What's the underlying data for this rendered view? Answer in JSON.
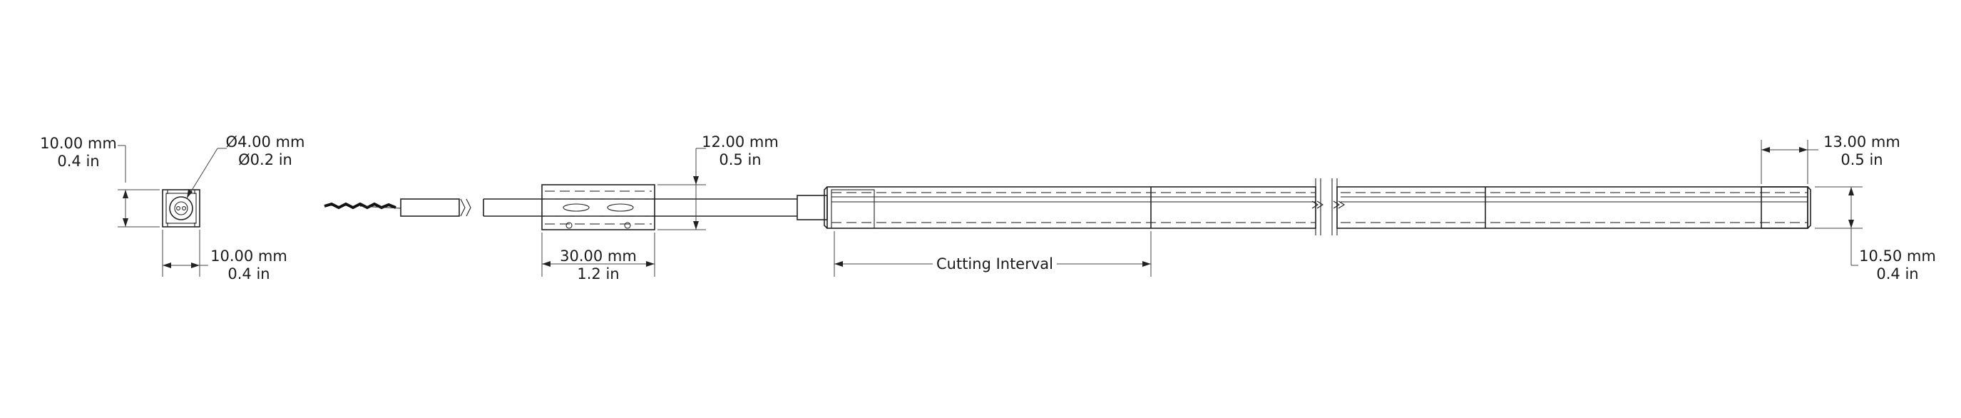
{
  "dimensions": {
    "end_height": {
      "mm": "10.00 mm",
      "inch": "0.4 in"
    },
    "end_width": {
      "mm": "10.00 mm",
      "inch": "0.4 in"
    },
    "cable_diameter": {
      "mm": "Ø4.00 mm",
      "inch": "Ø0.2 in"
    },
    "clip_height": {
      "mm": "12.00 mm",
      "inch": "0.5 in"
    },
    "clip_length": {
      "mm": "30.00 mm",
      "inch": "1.2 in"
    },
    "endcap_length": {
      "mm": "13.00 mm",
      "inch": "0.5 in"
    },
    "strip_height": {
      "mm": "10.50 mm",
      "inch": "0.4 in"
    }
  },
  "cutting_interval_label": "Cutting Interval"
}
